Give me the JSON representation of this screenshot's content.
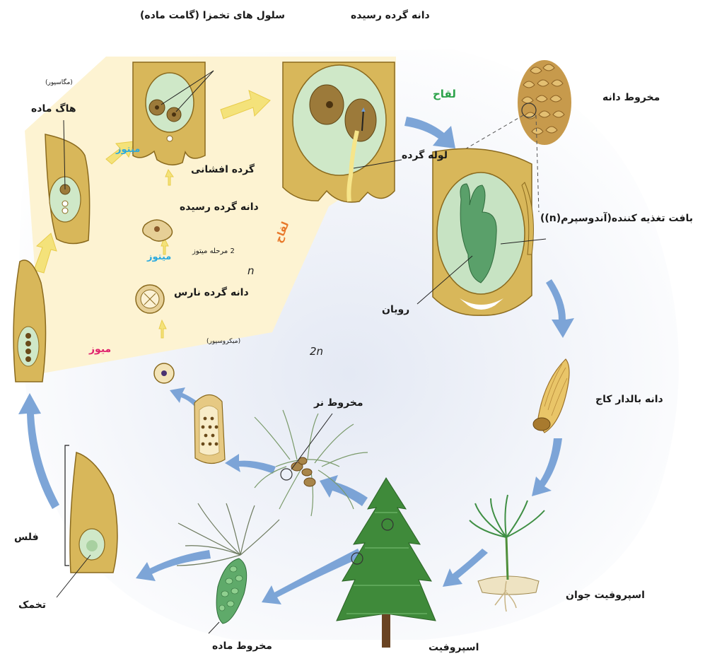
{
  "labels": {
    "gametes": "سلول های تخمزا (گامت ماده)",
    "mature_pollen": "دانه گرده رسیده",
    "megaspore": "(مگاسپور)",
    "female_gametophyte": "هاگ ماده",
    "mitosis_1": "میتوز",
    "pollination": "گرده افشانی",
    "mature_pollen_2": "دانه گرده رسیده",
    "two_step_mitosis": "2 مرحله میتوز",
    "mitosis_2": "میتوز",
    "immature_pollen": "دانه گرده نارس",
    "microspore": "(میکروسپور)",
    "meiosis": "میوز",
    "fertilization_1": "لقاح",
    "fertilization_2": "لقاح",
    "pollen_tube": "لوله گرده",
    "seed_cone": "مخروط دانه",
    "endosperm": "بافت تغذیه کننده(آندوسپرم(n))",
    "embryo": "رویان",
    "winged_seed": "دانه بالدار کاج",
    "young_sporophyte": "اسپروفیت جوان",
    "sporophyte": "اسپروفیت",
    "female_cone": "مخروط ماده",
    "male_cone": "مخروط نر",
    "scale": "فلس",
    "ovule": "تخمک",
    "haploid": "n",
    "diploid": "2n"
  },
  "colors": {
    "haploid_zone": "#fdf3d2",
    "diploid_zone": "#d3dbec",
    "tissue": "#d8b75a",
    "tissue_edge": "#8a6a1e",
    "green_cell": "#cfe8c8",
    "arrow_blue": "#6f9bd3",
    "arrow_yellow": "#f4e27a",
    "fertilization_green": "#2ca34a",
    "fertilization_orange": "#e8782a",
    "mitosis_blue": "#2aa9df",
    "meiosis_pink": "#e0246e"
  },
  "icons": [
    "seed-cone-icon",
    "pine-tree-icon",
    "seedling-icon",
    "winged-seed-icon",
    "pine-branch-icon"
  ]
}
